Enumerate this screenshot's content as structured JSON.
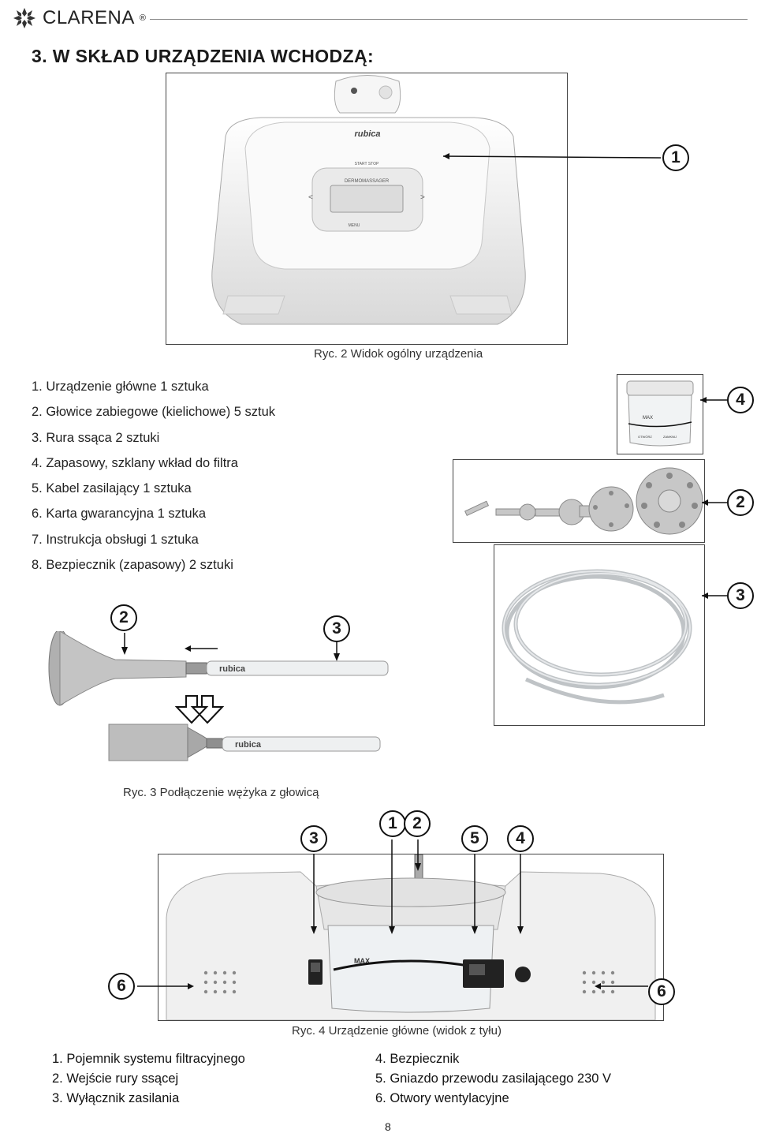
{
  "brand": {
    "name": "CLARENA",
    "mark": "®",
    "icon": "flower-logo-icon"
  },
  "section": {
    "title": "3. W SKŁAD URZĄDZENIA WCHODZĄ:"
  },
  "figures": {
    "fig2": {
      "caption": "Ryc. 2 Widok ogólny urządzenia",
      "device_brand": "rubica",
      "display_label": "DERMOMASSAGER",
      "button_start": "START STOP",
      "button_menu": "MENU"
    },
    "fig3": {
      "caption": "Ryc. 3 Podłączenie wężyka z głowicą",
      "tube_brand": "rubica"
    },
    "fig4": {
      "caption": "Ryc. 4 Urządzenie główne (widok z tyłu)",
      "jar_max": "MAX"
    },
    "jar_labels": {
      "max": "MAX",
      "open": "OTWÓRZ",
      "close": "ZAMKNIJ"
    }
  },
  "contents_list": [
    "1. Urządzenie główne 1 sztuka",
    "2. Głowice zabiegowe (kielichowe) 5 sztuk",
    "3. Rura ssąca 2 sztuki",
    "4. Zapasowy, szklany wkład do filtra",
    "5. Kabel zasilający 1 sztuka",
    "6. Karta gwarancyjna 1 sztuka",
    "7. Instrukcja obsługi 1 sztuka",
    "8. Bezpiecznik (zapasowy) 2 sztuki"
  ],
  "callouts": {
    "fig2_main": "1",
    "jar": "4",
    "heads": "2",
    "tube": "3",
    "conn_head": "2",
    "conn_tube": "3",
    "back_3": "3",
    "back_1": "1",
    "back_2": "2",
    "back_5": "5",
    "back_4": "4",
    "back_6_left": "6",
    "back_6_right": "6"
  },
  "legend_left": [
    "1. Pojemnik systemu filtracyjnego",
    "2. Wejście rury ssącej",
    "3. Wyłącznik zasilania"
  ],
  "legend_right": [
    "4. Bezpiecznik",
    "5. Gniazdo przewodu zasilającego 230 V",
    "6. Otwory wentylacyjne"
  ],
  "page": {
    "number": "8"
  },
  "colors": {
    "rule": "#888888",
    "frame": "#444444",
    "device_body": "#f2f2f2",
    "metal": "#b9b9b9"
  }
}
